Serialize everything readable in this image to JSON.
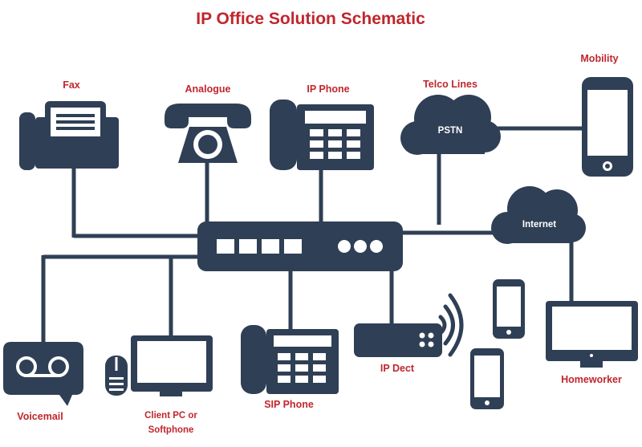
{
  "title": "IP Office Solution Schematic",
  "colors": {
    "navy": "#2f3f55",
    "red": "#c0262d",
    "white": "#ffffff"
  },
  "devices": {
    "fax": {
      "label": "Fax",
      "icon": "fax-machine-icon"
    },
    "analogue": {
      "label": "Analogue",
      "icon": "rotary-phone-icon"
    },
    "ip_phone": {
      "label": "IP Phone",
      "icon": "desk-phone-icon"
    },
    "telco": {
      "label": "Telco Lines",
      "cloud_text": "PSTN",
      "icon": "cloud-icon"
    },
    "mobility": {
      "label": "Mobility",
      "icon": "smartphone-icon"
    },
    "internet": {
      "cloud_text": "Internet",
      "icon": "cloud-icon"
    },
    "voicemail": {
      "label": "Voicemail",
      "icon": "voicemail-icon"
    },
    "client_pc": {
      "label_line1": "Client PC or",
      "label_line2": "Softphone",
      "icon": "computer-icon"
    },
    "sip_phone": {
      "label": "SIP Phone",
      "icon": "desk-phone-icon"
    },
    "ip_dect": {
      "label": "IP Dect",
      "icon": "dect-base-icon"
    },
    "homeworker": {
      "label": "Homeworker",
      "icon": "monitor-icon"
    }
  }
}
